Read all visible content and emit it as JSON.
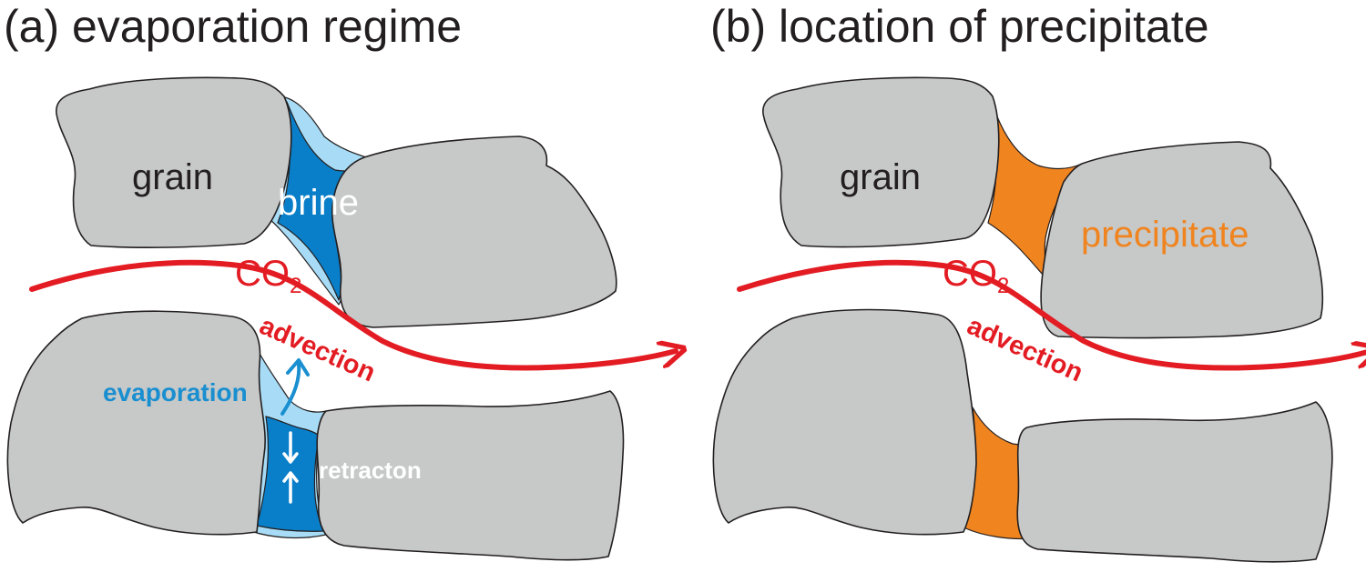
{
  "panel_a": {
    "title": "(a) evaporation regime",
    "grain_label": "grain",
    "brine_label": "brine",
    "gas_label": "CO",
    "gas_subscript": "2",
    "flow_label": "advection",
    "evaporation_label": "evaporation",
    "retraction_label": "retracton"
  },
  "panel_b": {
    "title": "(b) location of precipitate",
    "grain_label": "grain",
    "precipitate_label": "precipitate",
    "gas_label": "CO",
    "gas_subscript": "2",
    "flow_label": "advection"
  },
  "colors": {
    "grain": "#c7c8c8",
    "brine_dark": "#0a7fc9",
    "brine_light": "#a8dcf6",
    "precipitate": "#f0841f",
    "co2_flow": "#e31c23",
    "evaporation_text": "#1a8fd0",
    "outline": "#231f20"
  }
}
